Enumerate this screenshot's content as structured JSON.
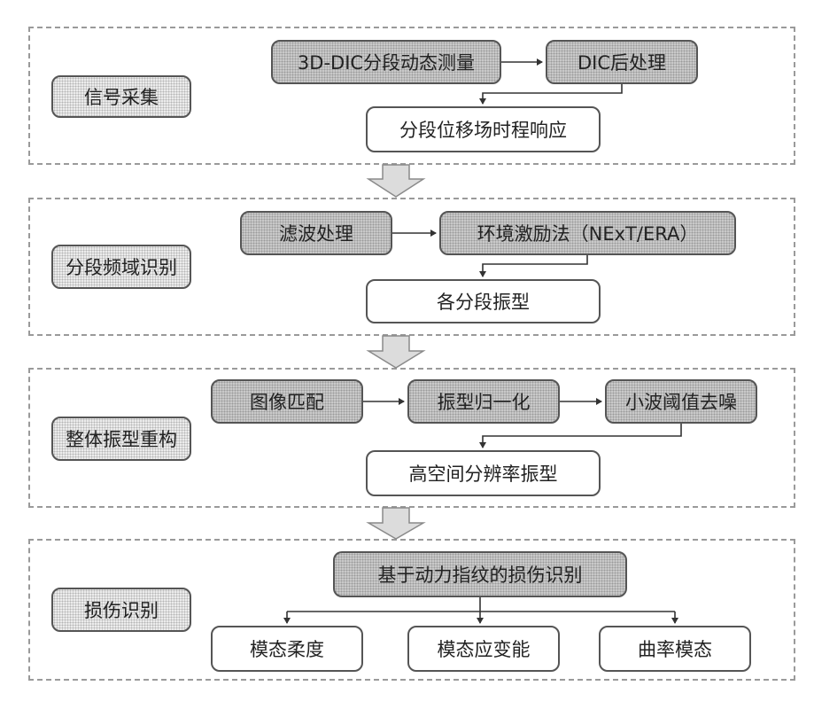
{
  "colors": {
    "border": "#555555",
    "dashed_border": "#9a9a9a",
    "shaded_fill": "#c9c9c9",
    "light_fill": "#ececec",
    "arrow_fill": "#d9d9d9"
  },
  "sections": [
    {
      "label": "信号采集",
      "nodes": {
        "dic_measure": "3D-DIC分段动态测量",
        "dic_post": "DIC后处理",
        "segment_response": "分段位移场时程响应"
      }
    },
    {
      "label": "分段频域识别",
      "nodes": {
        "filtering": "滤波处理",
        "ambient_method": "环境激励法（NExT/ERA）",
        "segment_modes": "各分段振型"
      }
    },
    {
      "label": "整体振型重构",
      "nodes": {
        "image_matching": "图像匹配",
        "mode_normalization": "振型归一化",
        "wavelet_denoise": "小波阈值去噪",
        "high_res_modes": "高空间分辨率振型"
      }
    },
    {
      "label": "损伤识别",
      "nodes": {
        "fingerprint_damage": "基于动力指纹的损伤识别",
        "modal_flexibility": "模态柔度",
        "modal_strain_energy": "模态应变能",
        "curvature_mode": "曲率模态"
      }
    }
  ]
}
